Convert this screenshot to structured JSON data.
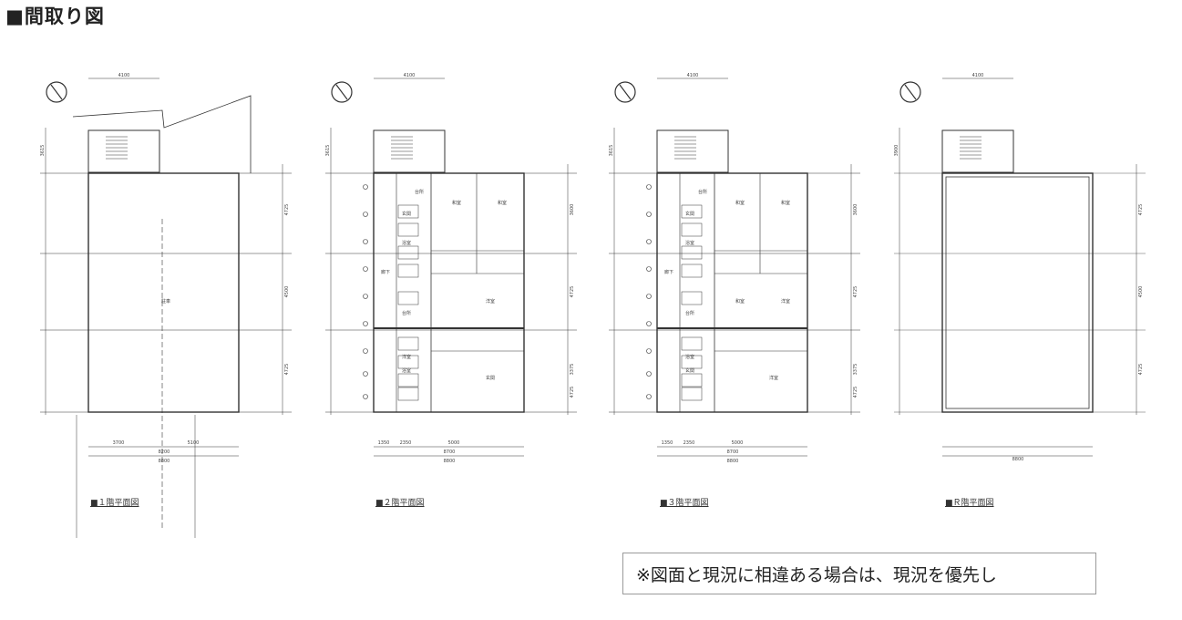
{
  "title": "■間取り図",
  "plans": [
    {
      "caption": "■１階平面図",
      "top_dim": "4100",
      "left_dims": [
        "3615"
      ],
      "bottom_dims": [
        "3700",
        "5100",
        "8200",
        "8800"
      ],
      "right_dims": [
        "4725",
        "4500",
        "4725"
      ],
      "room_labels": [
        "駐車"
      ]
    },
    {
      "caption": "■２階平面図",
      "top_dim": "4100",
      "left_dims": [
        "3615"
      ],
      "bottom_dims": [
        "1350",
        "2350",
        "5000",
        "8700",
        "8800"
      ],
      "right_dims": [
        "3600",
        "4725",
        "3375",
        "4725"
      ],
      "room_labels": [
        "台所",
        "和室",
        "和室",
        "玄関",
        "浴室",
        "廊下",
        "洋室",
        "台所",
        "洋室",
        "玄関",
        "浴室"
      ]
    },
    {
      "caption": "■３階平面図",
      "top_dim": "4100",
      "left_dims": [
        "3615"
      ],
      "bottom_dims": [
        "1350",
        "2350",
        "5000",
        "8700",
        "8800"
      ],
      "right_dims": [
        "3600",
        "4725",
        "3375",
        "4725"
      ],
      "room_labels": [
        "台所",
        "和室",
        "和室",
        "玄関",
        "浴室",
        "廊下",
        "和室",
        "洋室",
        "台所",
        "洋室",
        "玄関",
        "浴室"
      ]
    },
    {
      "caption": "■Ｒ階平面図",
      "top_dim": "4100",
      "left_dims": [
        "3900"
      ],
      "bottom_dims": [
        "8800"
      ],
      "right_dims": [
        "4725",
        "4500",
        "4725"
      ],
      "room_labels": []
    }
  ],
  "note": "※図面と現況に相違ある場合は、現況を優先し"
}
